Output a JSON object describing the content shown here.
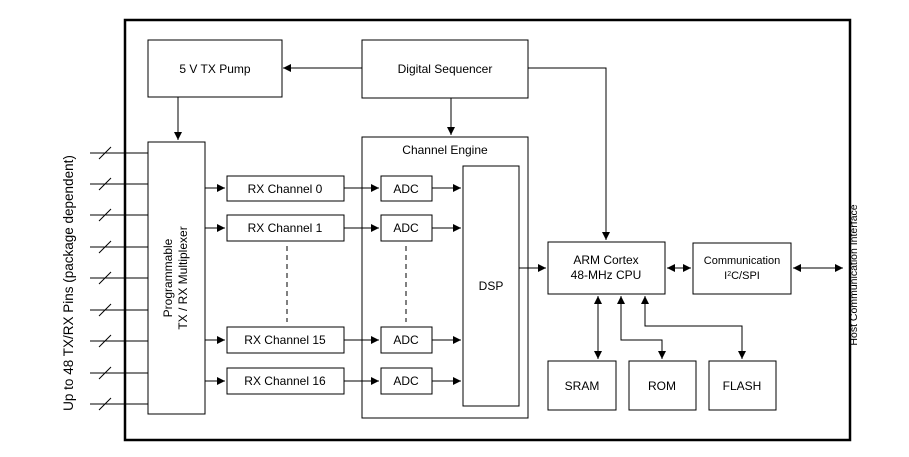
{
  "side_label_left": "Up to 48 TX/RX Pins (package dependent)",
  "side_label_right": "Host Communication Interface",
  "blocks": {
    "tx_pump": "5 V TX Pump",
    "digital_sequencer": "Digital Sequencer",
    "multiplexer_line1": "Programmable",
    "multiplexer_line2": "TX / RX Multiplexer",
    "channel_engine": "Channel Engine",
    "rx_channel_0": "RX Channel 0",
    "rx_channel_1": "RX Channel 1",
    "rx_channel_15": "RX Channel 15",
    "rx_channel_16": "RX Channel 16",
    "adc": "ADC",
    "dsp": "DSP",
    "cpu_line1": "ARM Cortex",
    "cpu_line2": "48-MHz CPU",
    "comm_line1": "Communication",
    "comm_i": "I",
    "comm_sup": "2",
    "comm_rest": "C/SPI",
    "sram": "SRAM",
    "rom": "ROM",
    "flash": "FLASH"
  }
}
